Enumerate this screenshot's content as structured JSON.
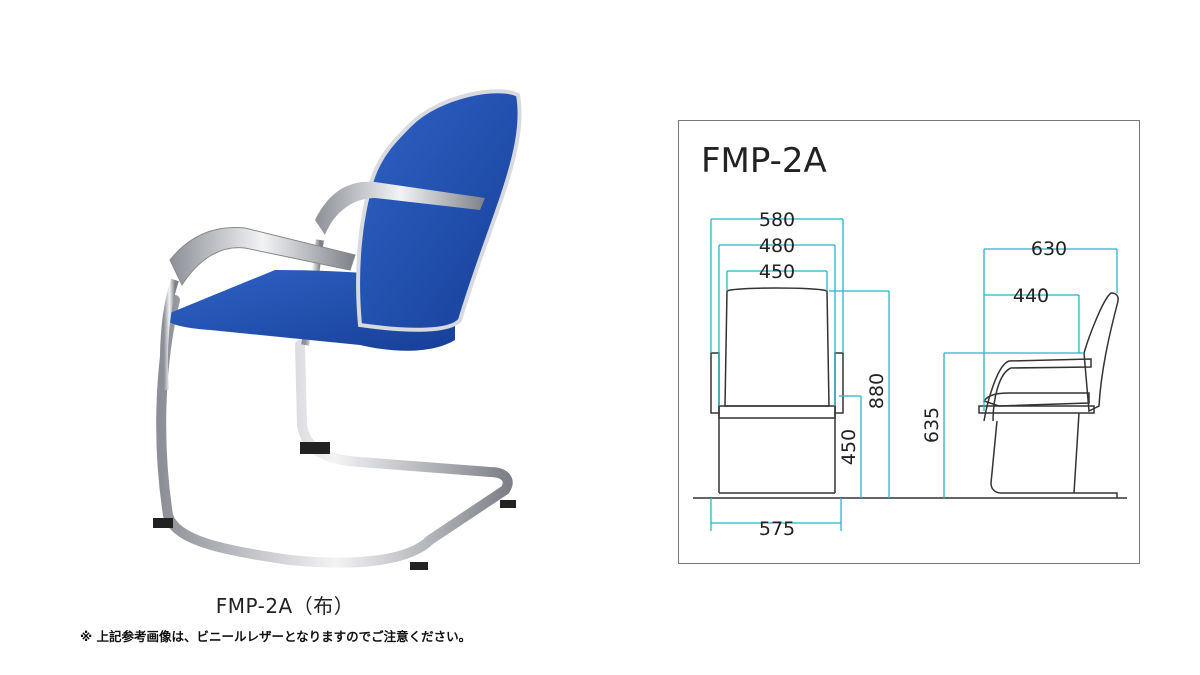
{
  "product": {
    "caption": "FMP-2A（布）",
    "note": "※ 上記参考画像は、ビニールレザーとなりますのでご注意ください。"
  },
  "drawing": {
    "title": "FMP-2A",
    "front_view": {
      "overall_width": "580",
      "arm_inner_width": "480",
      "seat_width": "450",
      "overall_height": "880",
      "seat_height": "450",
      "base_width": "575"
    },
    "side_view": {
      "overall_depth": "630",
      "seat_depth": "440",
      "arm_height": "635"
    }
  },
  "colors": {
    "upholstery": "#1f4fae",
    "dimension_line": "#27b5c9",
    "chrome": "#c9ccd1"
  }
}
